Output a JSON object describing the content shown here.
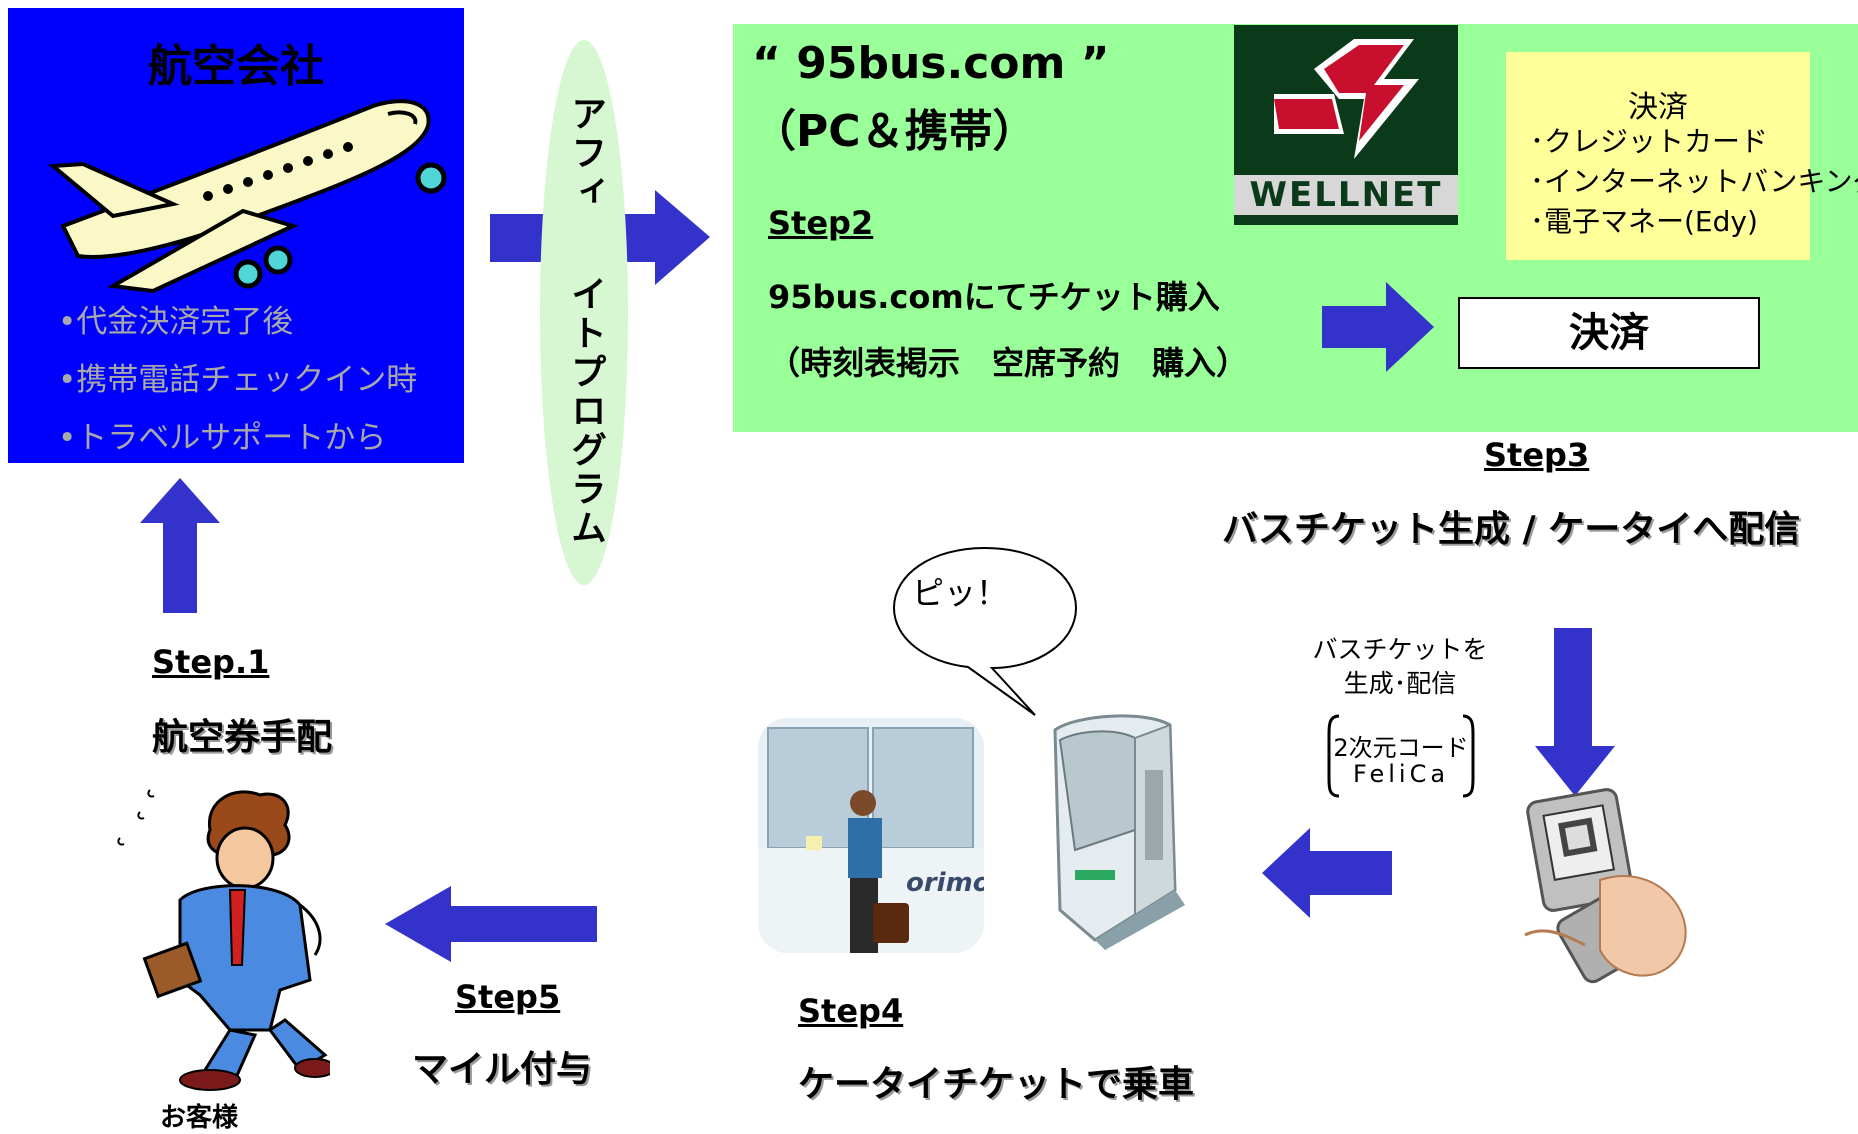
{
  "airline": {
    "title": "航空会社",
    "bullets": [
      "•代金決済完了後",
      "•携帯電話チェックイン時",
      "•トラベルサポートから"
    ]
  },
  "affiliate": {
    "col1": "アフィ",
    "col2": "イトプログラム"
  },
  "site": {
    "name": "“ 95bus.com ”",
    "devices": "（PC＆携帯）",
    "step_label": "Step2",
    "purchase": "95bus.comにてチケット購入",
    "features": "（時刻表掲示　空席予約　購入）",
    "logo_text": "WELLNET"
  },
  "settlement": {
    "title": "決済",
    "methods": [
      "･クレジットカード",
      "･インターネットバンキング",
      "･電子マネー(Edy)"
    ],
    "box_label": "決済"
  },
  "step3": {
    "label": "Step3",
    "text": "バスチケット生成 / ケータイへ配信"
  },
  "delivery": {
    "line1": "バスチケットを",
    "line2": "生成･配信",
    "code1": "2次元コード",
    "code2": "FeliCa"
  },
  "bubble": "ピッ！",
  "bus_text": "orimon",
  "step4": {
    "label": "Step4",
    "text": "ケータイチケットで乗車"
  },
  "step5": {
    "label": "Step5",
    "text": "マイル付与"
  },
  "step1": {
    "label": "Step.1",
    "text": "航空券手配"
  },
  "customer": "お客様",
  "colors": {
    "arrow": "#3333cc",
    "airline_bg": "#0000ff",
    "site_bg": "#99ff99",
    "settle_bg": "#ffff99",
    "oval_bg": "#d7f7d2"
  }
}
